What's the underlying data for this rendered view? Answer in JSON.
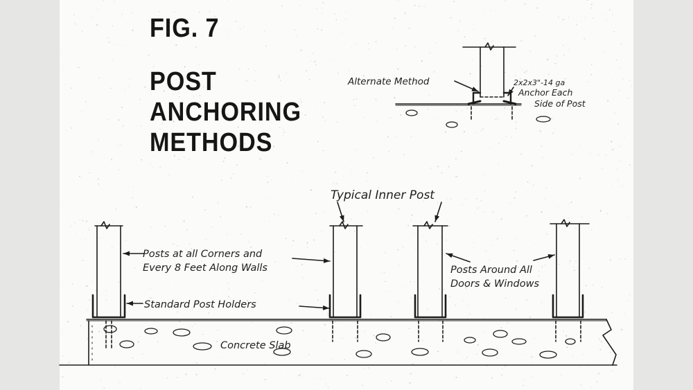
{
  "figure": {
    "number_label": "FIG. 7",
    "title_lines": [
      "POST",
      "ANCHORING",
      "METHODS"
    ]
  },
  "labels": {
    "alternate_method": "Alternate Method",
    "anchor_line_1": "2x2x3\"-14 ga",
    "anchor_line_2": "Anchor Each",
    "anchor_line_3": "Side of Post",
    "typical_inner_post": "Typical Inner Post",
    "corners_line_1": "Posts at all Corners and",
    "corners_line_2": "Every 8 Feet Along Walls",
    "standard_post_holders": "Standard Post Holders",
    "doors_line_1": "Posts Around All",
    "doors_line_2": "Doors & Windows",
    "concrete_slab": "Concrete Slab"
  },
  "colors": {
    "ink": "#1c1c1c",
    "paper": "#fbfbf9",
    "side_bands": "#e6e6e4"
  }
}
